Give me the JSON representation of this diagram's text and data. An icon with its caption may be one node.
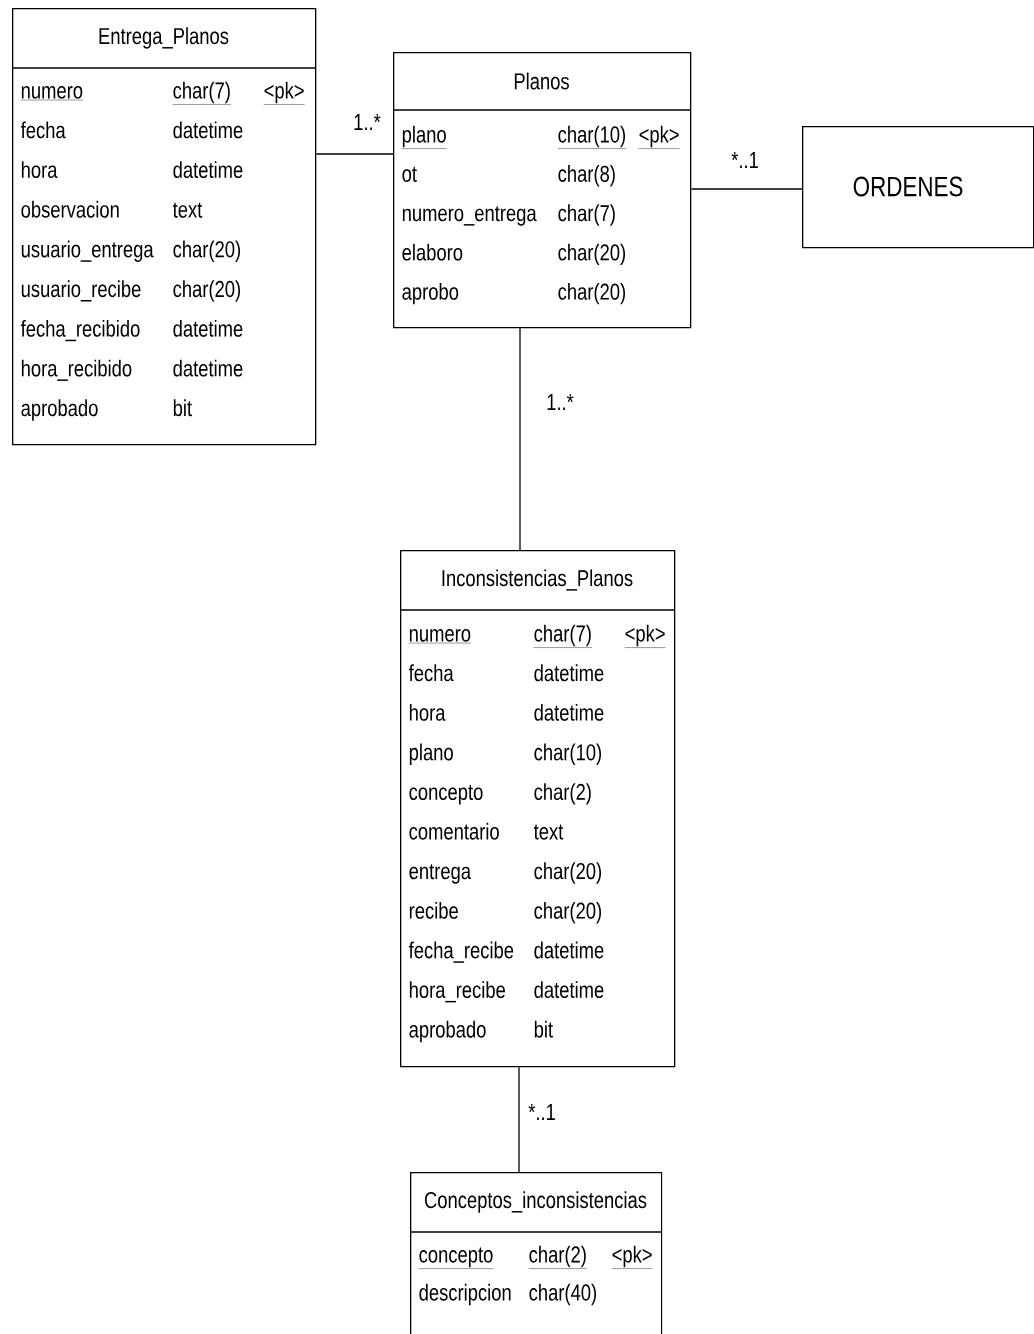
{
  "diagram": {
    "nodes": [
      {
        "text": [
          "Entrega_Planos",
          "numero",
          "char(7)",
          "<pk>",
          "fecha",
          "datetime",
          "hora",
          "datetime",
          "observacion",
          "text",
          "usuario_entrega",
          "char(20)",
          "usuario_recibe",
          "char(20)",
          "fecha_recibido",
          "datetime",
          "hora_recibido",
          "datetime",
          "aprobado",
          "bit"
        ]
      },
      {
        "text": [
          "Planos",
          "plano",
          "char(10)",
          "<pk>",
          "ot",
          "char(8)",
          "numero_entrega",
          "char(7)",
          "elaboro",
          "char(20)",
          "aprobo",
          "char(20)"
        ]
      },
      {
        "text": [
          "ORDENES"
        ]
      },
      {
        "text": [
          "Inconsistencias_Planos",
          "numero",
          "char(7)",
          "<pk>",
          "fecha",
          "datetime",
          "hora",
          "datetime",
          "plano",
          "char(10)",
          "concepto",
          "char(2)",
          "comentario",
          "text",
          "entrega",
          "char(20)",
          "recibe",
          "char(20)",
          "fecha_recibe",
          "datetime",
          "hora_recibe",
          "datetime",
          "aprobado",
          "bit"
        ]
      },
      {
        "text": [
          "Conceptos_inconsistencias",
          "concepto",
          "char(2)",
          "<pk>",
          "descripcion",
          "char(40)"
        ]
      }
    ],
    "edges": [
      {
        "from": 0,
        "to": 1,
        "arrow": "none",
        "label": "1..*"
      },
      {
        "from": 1,
        "to": 2,
        "arrow": "none",
        "label": "*..1"
      },
      {
        "from": 1,
        "to": 3,
        "arrow": "none",
        "label": "1..*"
      },
      {
        "from": 3,
        "to": 4,
        "arrow": "none",
        "label": "*..1"
      }
    ]
  }
}
